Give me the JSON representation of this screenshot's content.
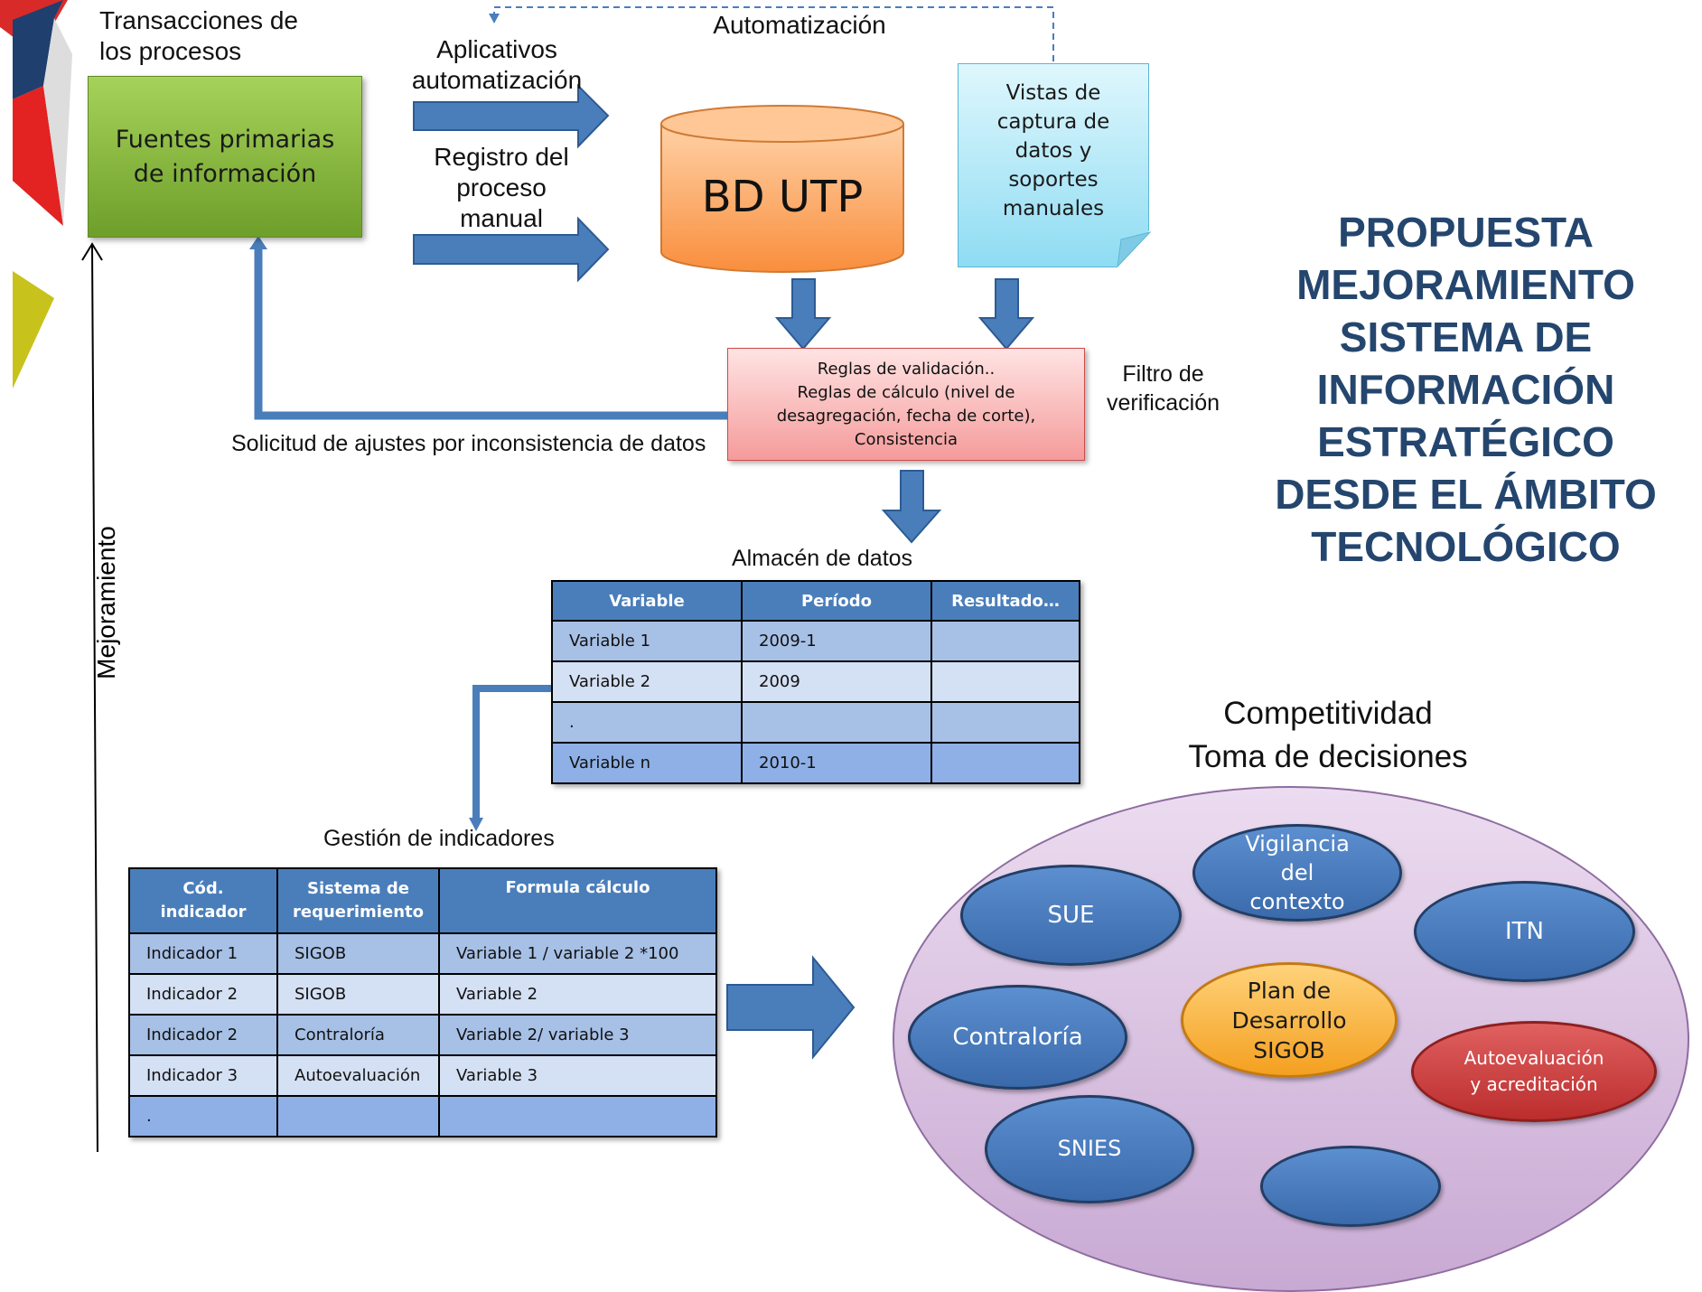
{
  "labels": {
    "transacciones": "Transacciones de\nlos procesos",
    "fuentes": "Fuentes primarias\nde información",
    "aplicativos": "Aplicativos\nautomatización",
    "registro": "Registro del\nproceso\nmanual",
    "automatizacion": "Automatización",
    "bd": "BD UTP",
    "vistas": "Vistas de\ncaptura de\ndatos y\nsoportes\nmanuales",
    "filtro": "Filtro de\nverificación",
    "solicitud": "Solicitud de ajustes por inconsistencia de datos",
    "almacen": "Almacén de datos",
    "gestion": "Gestión de indicadores",
    "mejoramiento": "Mejoramiento",
    "competitividad": "Competitividad\nToma de decisiones",
    "title": "PROPUESTA\nMEJORAMIENTO\nSISTEMA DE\nINFORMACIÓN\nESTRATÉGICO\nDESDE EL ÁMBITO\nTECNOLÓGICO"
  },
  "rules_lines": [
    "Reglas de validación..",
    "Reglas de cálculo (nivel de",
    "desagregación, fecha de corte),",
    "Consistencia"
  ],
  "almacen_table": {
    "headers": [
      "Variable",
      "Período",
      "Resultado…"
    ],
    "rows": [
      [
        "Variable 1",
        "2009-1",
        ""
      ],
      [
        "Variable 2",
        "2009",
        ""
      ],
      [
        ".",
        "",
        ""
      ],
      [
        "Variable n",
        "2010-1",
        ""
      ]
    ]
  },
  "indicadores_table": {
    "headers": [
      "Cód.\nindicador",
      "Sistema de\nrequerimiento",
      "Formula cálculo"
    ],
    "rows": [
      [
        "Indicador 1",
        "SIGOB",
        "Variable 1 / variable 2 *100"
      ],
      [
        "Indicador 2",
        "SIGOB",
        "Variable 2"
      ],
      [
        "Indicador 2",
        "Contraloría",
        "Variable 2/ variable 3"
      ],
      [
        "Indicador 3",
        "Autoevaluación",
        "Variable 3"
      ],
      [
        ".",
        "",
        ""
      ]
    ]
  },
  "ellipses": {
    "sue": "SUE",
    "vigilancia": "Vigilancia\ndel\ncontexto",
    "itn": "ITN",
    "contraloria": "Contraloría",
    "plan": "Plan de\nDesarrollo\nSIGOB",
    "autoevaluacion": "Autoevaluación\ny acreditación",
    "snies": "SNIES"
  },
  "colors": {
    "arrow_blue": "#4a7ebb",
    "title_navy": "#24466e",
    "green_box": "#8cc04a",
    "cylinder_orange": "#f9a25f",
    "note_cyan": "#bfeefb",
    "rules_pink": "#f7b5b5",
    "header_blue": "#4a7ebb",
    "oval_purple": "#d9c3e0"
  }
}
